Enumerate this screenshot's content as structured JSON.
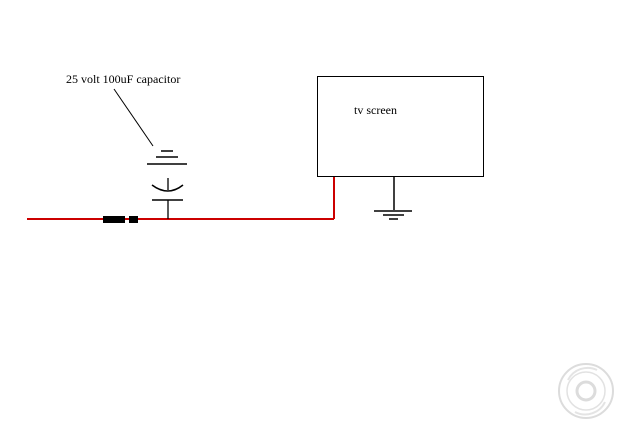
{
  "labels": {
    "capacitor": "25 volt 100uF capacitor",
    "tv_screen": "tv screen"
  },
  "colors": {
    "wire": "#cc0000",
    "line": "#000000",
    "background": "#ffffff",
    "watermark": "#d8d8d8"
  },
  "icons": {
    "watermark": "site-logo-watermark"
  }
}
